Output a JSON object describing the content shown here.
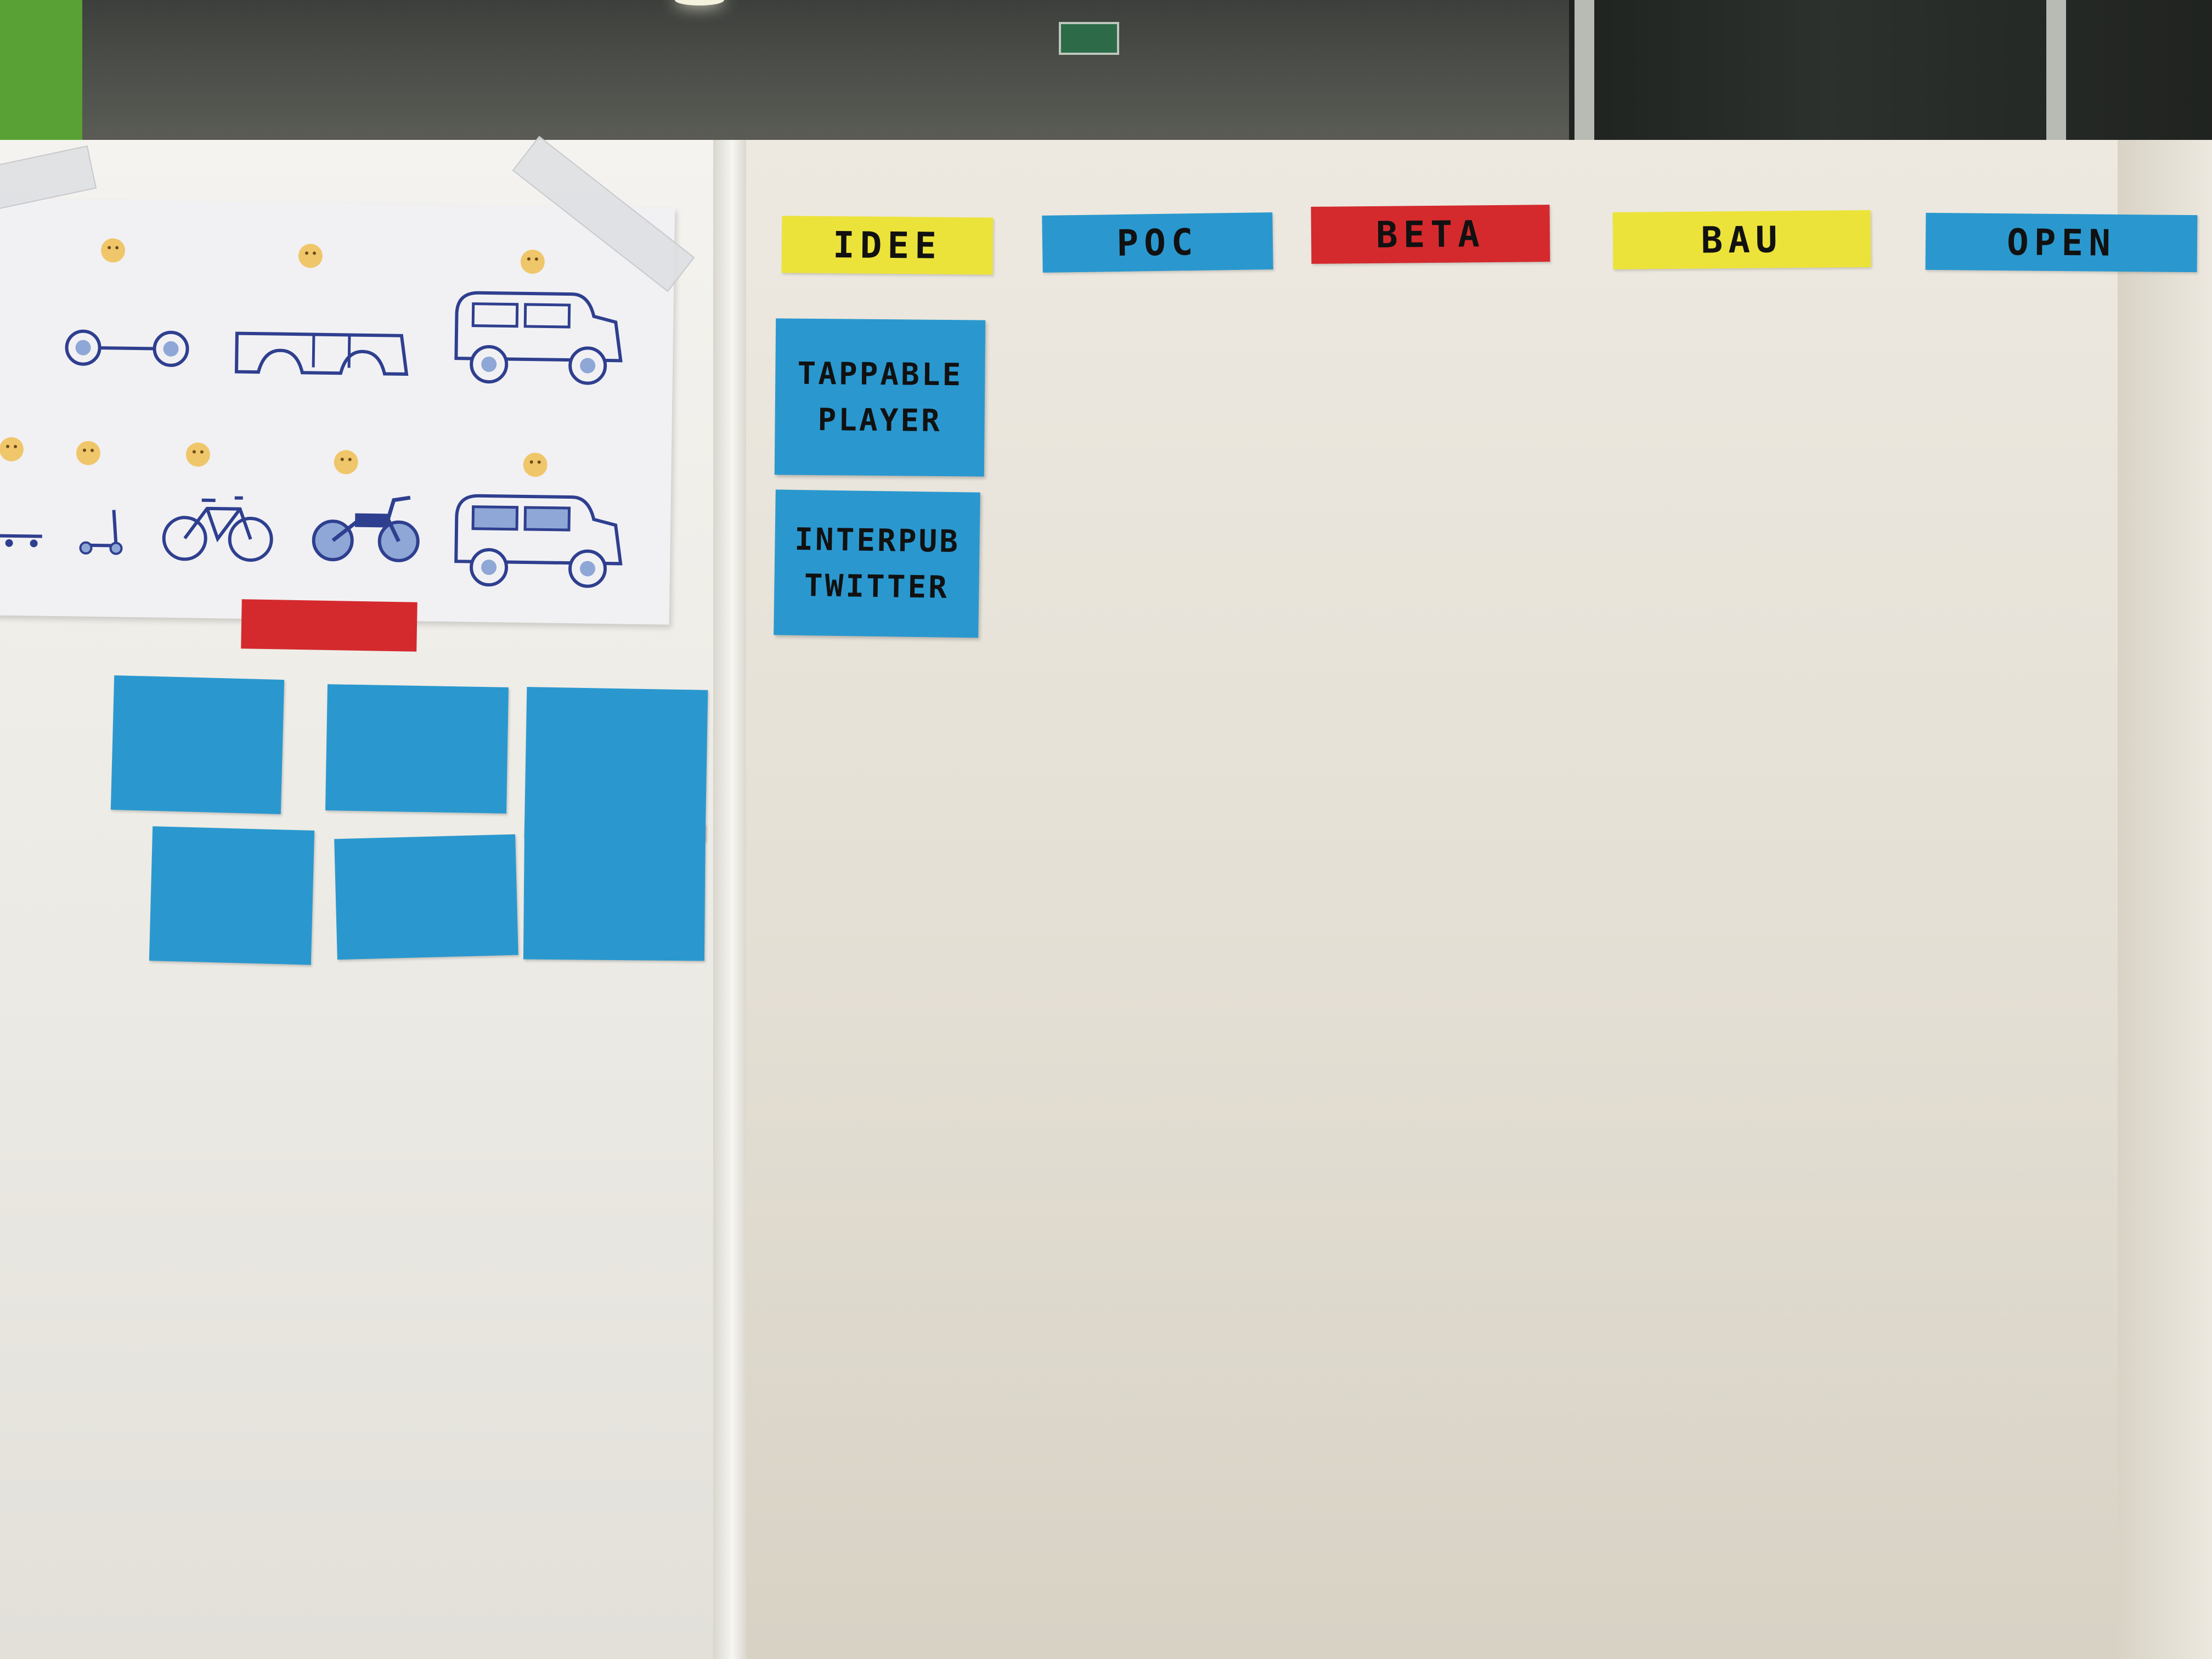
{
  "board": {
    "columns": [
      {
        "label": "IDEE",
        "color": "#ece33a"
      },
      {
        "label": "POC",
        "color": "#2a98cf"
      },
      {
        "label": "BETA",
        "color": "#d42a2e"
      },
      {
        "label": "BAU",
        "color": "#ece33a"
      },
      {
        "label": "OPEN",
        "color": "#2a98cf"
      }
    ],
    "cards": [
      {
        "column": "IDEE",
        "lines": [
          "TAPPABLE",
          "PLAYER"
        ]
      },
      {
        "column": "IDEE",
        "lines": [
          "INTERPUB",
          "TWITTER"
        ]
      }
    ]
  },
  "poster": {
    "top_row_icons": [
      "wheels-axle-icon",
      "car-body-icon",
      "jeep-icon"
    ],
    "bottom_row_icons": [
      "skateboard-icon",
      "scooter-icon",
      "bicycle-icon",
      "motorbike-icon",
      "jeep-icon"
    ]
  },
  "colors": {
    "sticky_blue": "#2a98cf",
    "sticky_yellow": "#ece33a",
    "sticky_red": "#d42a2e",
    "icon_blue": "#2f3f8f"
  }
}
